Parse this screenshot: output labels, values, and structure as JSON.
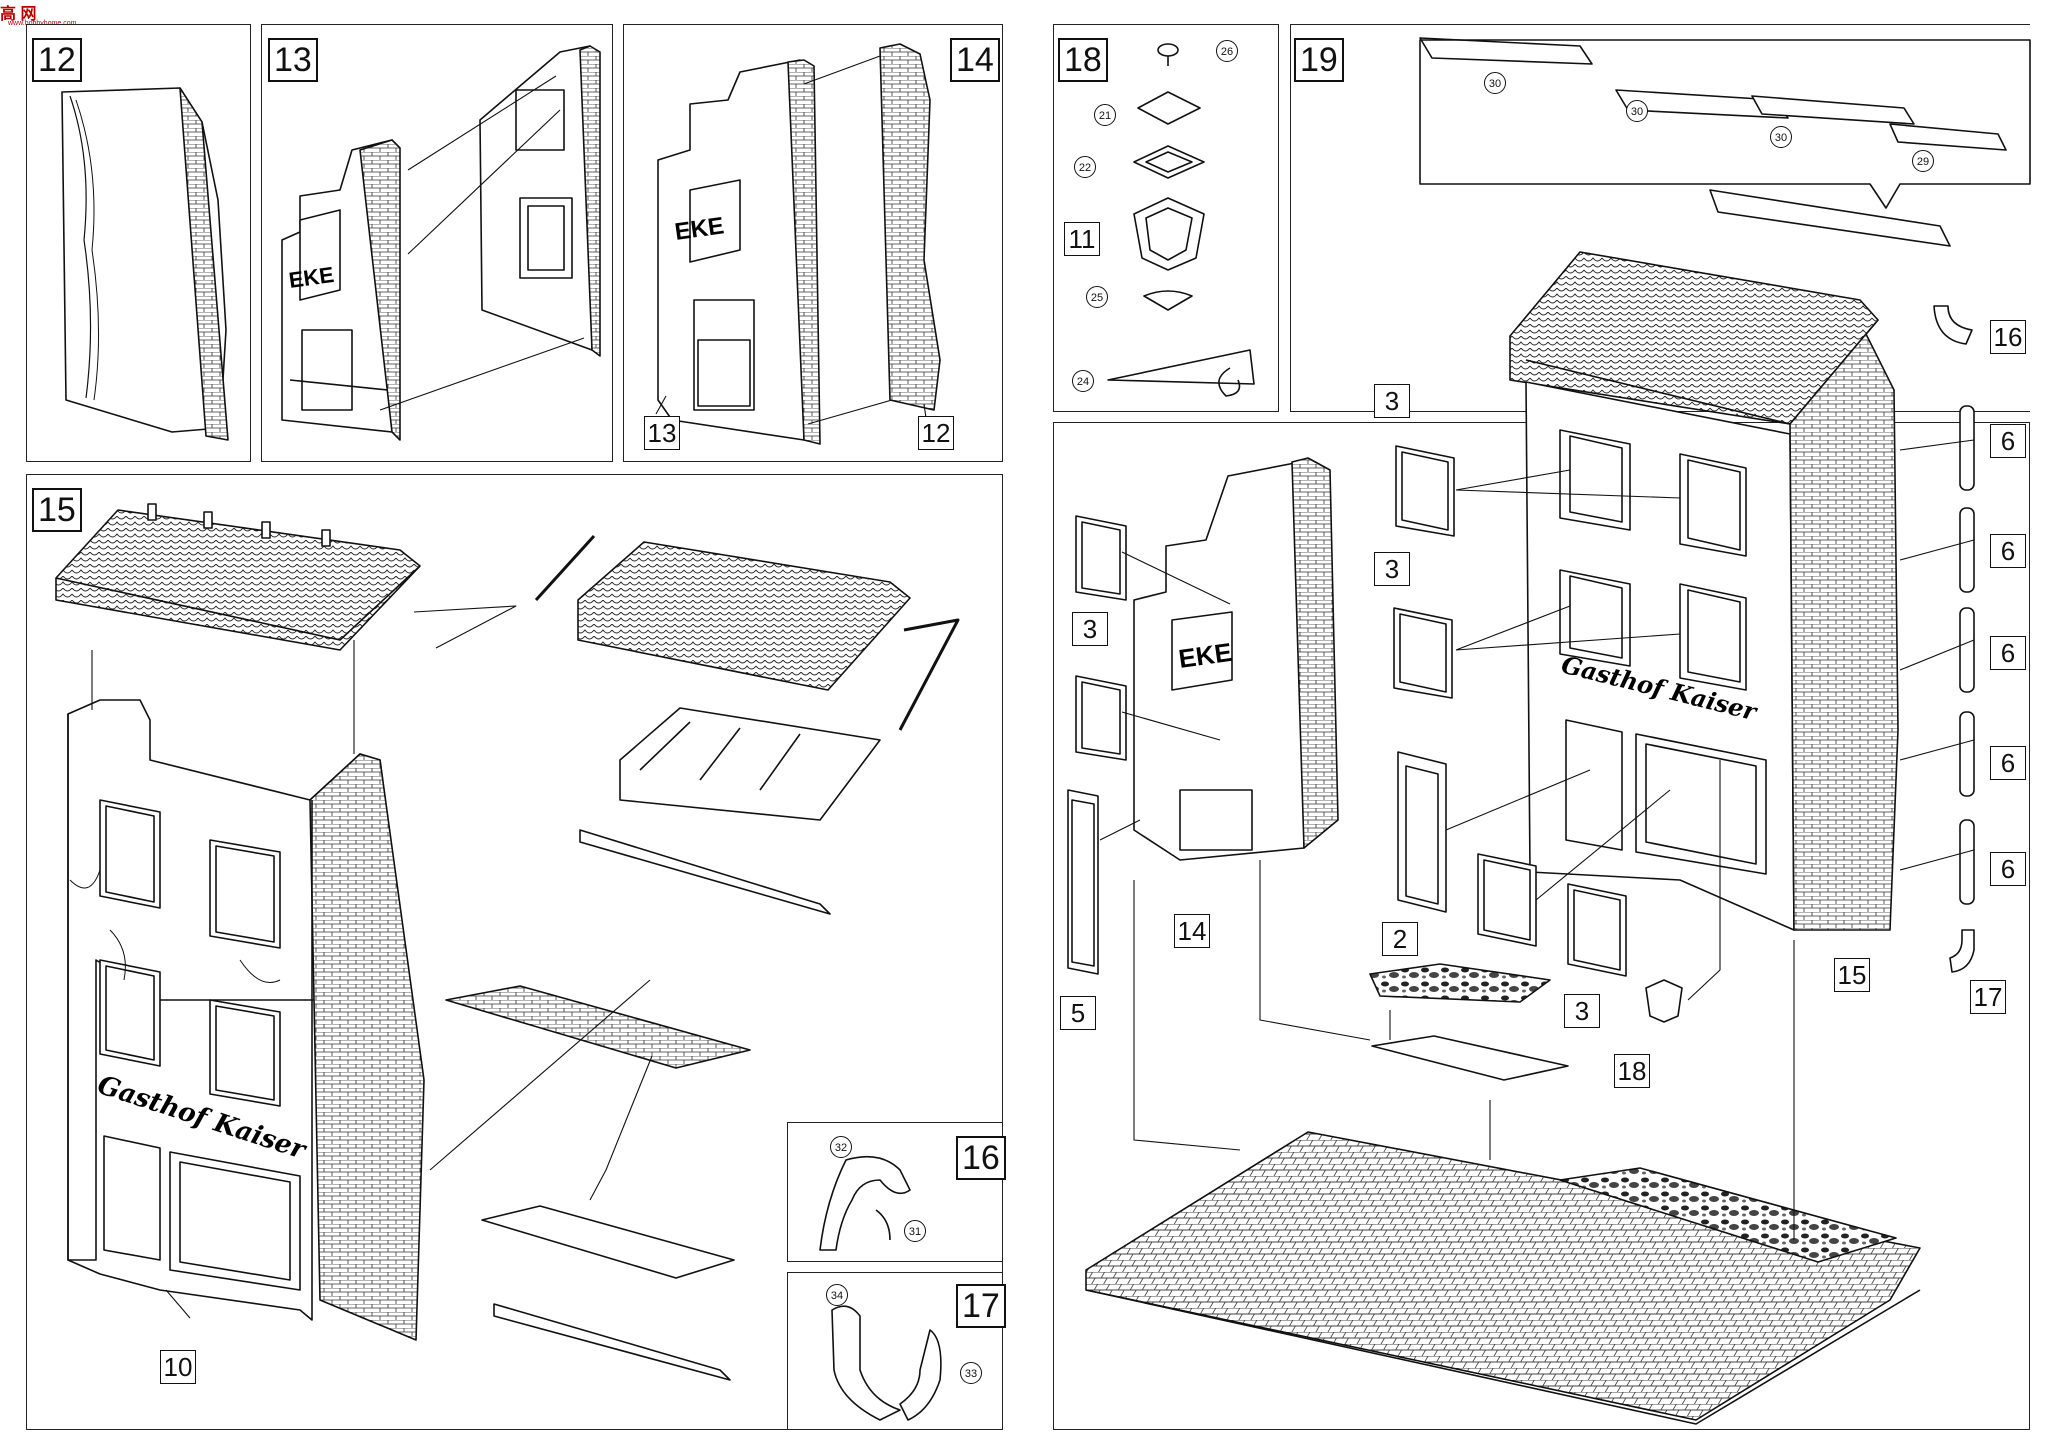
{
  "watermark": {
    "site": "高 网",
    "url": "www.hobbyhome.com"
  },
  "steps": {
    "s12": "12",
    "s13": "13",
    "s14": "14",
    "s15": "15",
    "s16": "16",
    "s17": "17",
    "s18": "18",
    "s19": "19"
  },
  "parts": {
    "p12_in14": "12",
    "p13_in14": "13",
    "p10_in15": "10",
    "p11_in18": "11",
    "c26": "26",
    "c21": "21",
    "c22": "22",
    "c25": "25",
    "c24": "24",
    "c32": "32",
    "c31": "31",
    "c34": "34",
    "c33": "33",
    "c30a": "30",
    "c30b": "30",
    "c30c": "30",
    "c29": "29",
    "p19_3a": "3",
    "p19_3b": "3",
    "p19_3c": "3",
    "p19_3d": "3",
    "p19_5": "5",
    "p19_14": "14",
    "p19_2": "2",
    "p19_18": "18",
    "p19_15": "15",
    "p19_16": "16",
    "p19_17": "17",
    "p19_6a": "6",
    "p19_6b": "6",
    "p19_6c": "6",
    "p19_6d": "6",
    "p19_6e": "6"
  },
  "signage": {
    "eke": "EKE",
    "inn_sign": "Gasthof Kaiser"
  },
  "palette": {
    "line": "#111111",
    "paper": "#ffffff",
    "brand": "#bb0000"
  }
}
